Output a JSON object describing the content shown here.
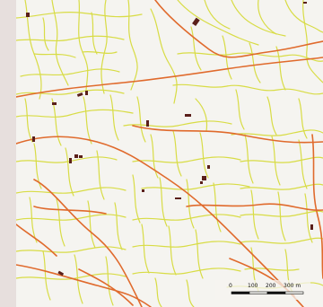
{
  "map": {
    "background_color": "#f5f4f0",
    "minor_road_color": "#d8dc45",
    "major_road_color": "#e06a2c",
    "building_color": "#5a1f1a",
    "frame_color": "#e7dfdd"
  },
  "scale_bar": {
    "labels": [
      "0",
      "100",
      "200",
      "300 m"
    ],
    "max_meters": 300,
    "unit": "m"
  }
}
